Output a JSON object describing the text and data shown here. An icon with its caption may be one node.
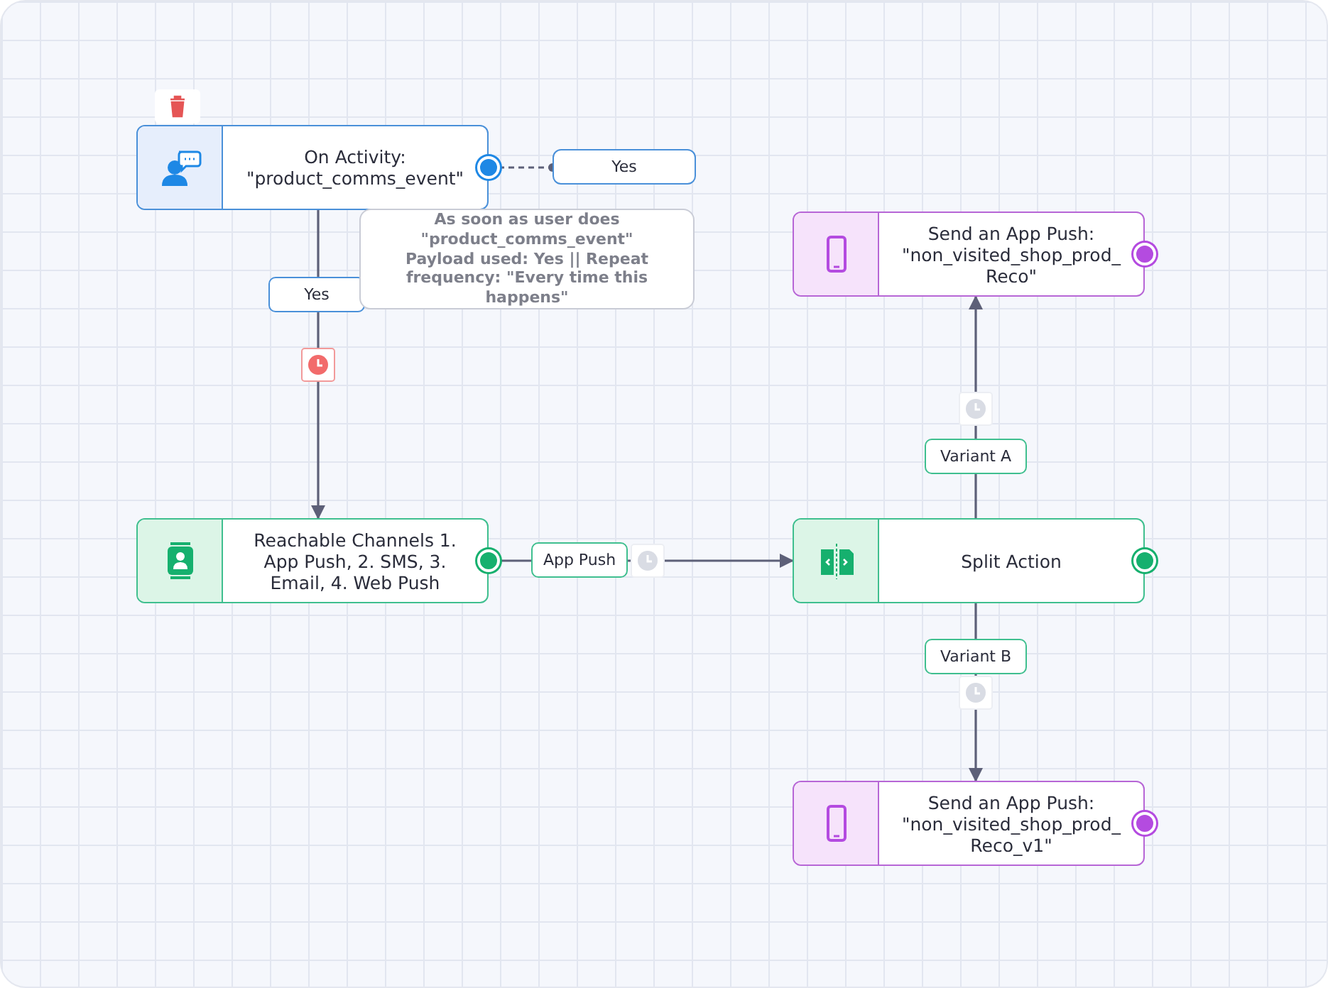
{
  "diagram": {
    "nodes": [
      {
        "text": [
          "On Activity: \"product_comms_event\""
        ]
      },
      {
        "text": [
          "Yes"
        ]
      },
      {
        "text": [
          "As soon as user does \"product_comms_event\" Payload used: Yes || Repeat frequency: \"Every time this happens\""
        ]
      },
      {
        "text": [
          "Reachable Channels 1. App Push, 2. SMS, 3. Email, 4. Web Push"
        ]
      },
      {
        "text": [
          "Split Action"
        ]
      },
      {
        "text": [
          "Send an App Push: \"non_visited_shop_prod_ Reco\""
        ]
      },
      {
        "text": [
          "Send an App Push: \"non_visited_shop_prod_ Reco_v1\""
        ]
      }
    ],
    "edges": [
      {
        "from": 0,
        "to": 1,
        "arrow": "other",
        "style": "dashed"
      },
      {
        "from": 0,
        "to": 3,
        "arrow": "to",
        "label": "Yes"
      },
      {
        "from": 3,
        "to": 4,
        "arrow": "to",
        "label": "App Push"
      },
      {
        "from": 4,
        "to": 5,
        "arrow": "to",
        "label": "Variant A"
      },
      {
        "from": 4,
        "to": 6,
        "arrow": "to",
        "label": "Variant B"
      }
    ]
  }
}
